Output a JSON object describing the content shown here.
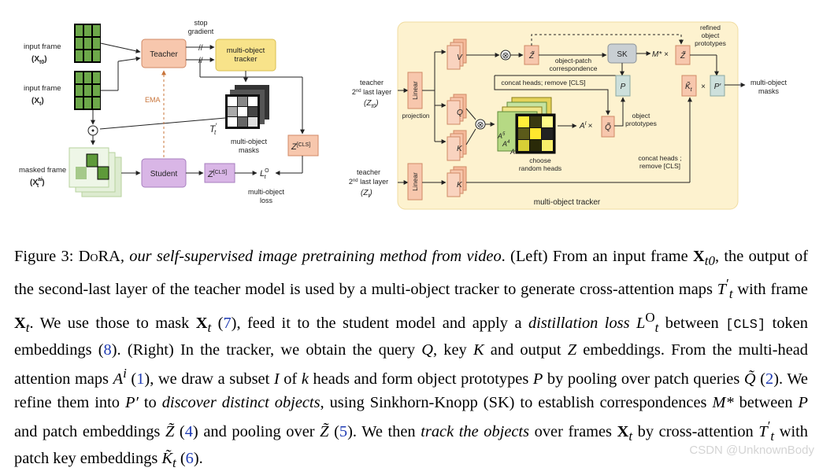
{
  "figure": {
    "left": {
      "input_frame_label": "input frame",
      "input_frame_sym_0": "(X",
      "input_frame_sub_0": "t0",
      "input_frame_sym_1": "(X",
      "input_frame_sub_1": "t",
      "masked_frame_label": "masked frame",
      "masked_frame_sym": "(X",
      "masked_frame_sup": "ai",
      "masked_frame_sub": "t",
      "teacher": "Teacher",
      "student": "Student",
      "stop_gradient": "stop\ngradient",
      "mot": "multi-object\ntracker",
      "ema": "EMA",
      "tt": "T",
      "tt_sup": "′",
      "tt_sub": "t",
      "mom": "multi-object\nmasks",
      "zcls": "Z",
      "zcls_sup": "[CLS]",
      "lo": "L",
      "lo_sup": "O",
      "lo_sub": "t",
      "mol": "multi-object\nloss",
      "odot": "⊙"
    },
    "right": {
      "teacher_top": "teacher",
      "second_last_top_sup": "nd",
      "second_last_top": "2",
      "second_last_top_rest": " last layer",
      "z_t0": "(Z",
      "z_t0_sub": "t0",
      "teacher_bot": "teacher",
      "z_t": "(Z",
      "z_t_sub": "t",
      "linear": "Linear",
      "projection": "projection",
      "V": "V",
      "Q": "Q",
      "K": "K",
      "K2": "K",
      "otimes": "⊗",
      "ztilde": "Z̃",
      "sk": "SK",
      "mstar": "M* ×",
      "ztilde2": "Z̃",
      "refined": "refined\nobject\nprototypes",
      "obj_patch": "object-patch\ncorrespondence",
      "concat_top": "concat heads; remove [CLS]",
      "P": "P",
      "ai_x": "A",
      "ai_sup": "I",
      "qtilde": "Q̃",
      "obj_proto": "object\nprototypes",
      "choose": "choose\nrandom heads",
      "a5": "A",
      "a5_sup": "5",
      "a4": "A",
      "a4_sup": "4",
      "a1": "A",
      "a1_sup": "1",
      "kt": "K̃",
      "kt_sub": "t",
      "times": "×",
      "pprime": "P′",
      "momasks": "multi-object\nmasks",
      "concat_bot": "concat heads ;\nremove [CLS]",
      "tracker": "multi-object tracker"
    }
  },
  "caption": {
    "lead": "Figure 3: ",
    "name": "DoRA",
    "name_tail": ", ",
    "t1": "our self-supervised image pretraining method from video",
    "t2": ". (Left) From an input frame ",
    "x_t0": "X",
    "x_t0_sub": "t0",
    "t3": ", the output of the second-last layer of the teacher model is used by a multi-object tracker to generate cross-attention maps ",
    "tt": "T",
    "t4": " with frame ",
    "xt": "X",
    "t5": ". We use those to mask ",
    "xt2": "X",
    "ref7": "7",
    "t6": ", feed it to the student model and apply a ",
    "distill": "distillation loss",
    "lo": " L",
    "t7": " between ",
    "cls": "[CLS]",
    "t8": " token embeddings (",
    "ref8": "8",
    "t9": "). (Right) In the tracker, we obtain the query ",
    "Q": "Q",
    "t10": ", key ",
    "K": "K",
    "t11": " and output ",
    "Z": "Z",
    "t12": " embeddings. From the multi-head attention maps ",
    "Ai": "A",
    "ref1": "1",
    "t13": ", we draw a subset ",
    "I": "I",
    "t14": " of ",
    "k": "k",
    "t15": " heads and form object prototypes ",
    "P": "P",
    "t16": " by pooling over patch queries ",
    "Qt": "Q̃",
    "ref2": "2",
    "t17": ". We refine them into ",
    "Pp": "P′",
    "t18": " to ",
    "discover": "discover distinct objects",
    "t19": ", using Sinkhorn-Knopp (SK) to establish correspondences ",
    "Mstar": "M*",
    "t20": " between ",
    "P2": "P",
    "t21": " and patch embeddings ",
    "Zt": "Z̃",
    "ref4": "4",
    "t22": " and pooling over ",
    "Zt2": "Z̃",
    "ref5": "5",
    "t23": ". We then ",
    "track": "track the objects",
    "t24": " over frames ",
    "xt3": "X",
    "t25": " by cross-attention ",
    "tt2": "T",
    "t26": " with patch key embeddings ",
    "Kt": "K̃",
    "ref6": "6",
    "t27": "."
  },
  "watermark": "CSDN @UnknownBody",
  "colors": {
    "teacher_fill": "#f7c7ad",
    "student_fill": "#d9b6e6",
    "tracker_fill": "#f8e38a",
    "panel_fill": "#fdf2cf",
    "green_dark": "#5e9a3a",
    "green_light": "#cde3b9",
    "ref_blue": "#1f3bb3"
  }
}
